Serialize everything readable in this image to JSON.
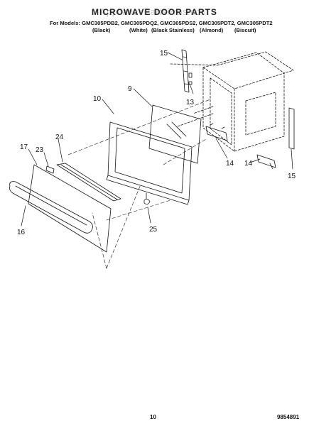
{
  "header": {
    "title": "MICROWAVE DOOR PARTS",
    "watermark": "AppliancePartsPros.com",
    "models_label": "For Models:",
    "models": "GMC305PDB2, GMC305PDQ2, GMC305PDS2, GMC305PDT2, GMC305PDT2",
    "finishes": [
      "(Black)",
      "(White)",
      "(Black Stainless)",
      "(Almond)",
      "(Biscuit)"
    ]
  },
  "callouts": [
    "9",
    "10",
    "13",
    "14",
    "14",
    "15",
    "15",
    "16",
    "17",
    "23",
    "24",
    "25"
  ],
  "footer": {
    "page_number": "10",
    "doc_number": "9854891"
  },
  "colors": {
    "line": "#111111",
    "text": "#111111",
    "watermark": "#b8b8b8"
  }
}
